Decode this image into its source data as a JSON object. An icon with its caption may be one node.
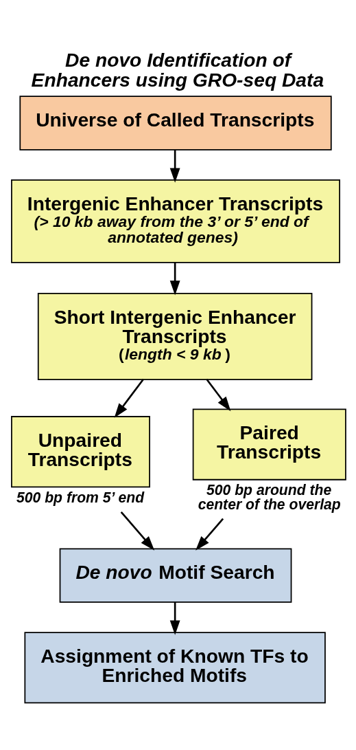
{
  "diagram": {
    "title": "De novo Identification of Enhancers using GRO-seq Data",
    "nodes": [
      {
        "text": [
          "Universe of Called Transcripts"
        ]
      },
      {
        "text": [
          "Intergenic Enhancer Transcripts",
          "(> 10 kb away from the 3’ or 5’ end of annotated genes)"
        ]
      },
      {
        "text": [
          "Short Intergenic Enhancer Transcripts",
          "(*length < 9 kb*)"
        ]
      },
      {
        "text": [
          "Unpaired Transcripts"
        ],
        "beside": [
          "500 bp from 5’ end"
        ]
      },
      {
        "text": [
          "Paired Transcripts"
        ],
        "beside": [
          "500 bp around the center of the overlap"
        ]
      },
      {
        "text": [
          "*De novo* Motif Search"
        ]
      },
      {
        "text": [
          "Assignment of Known TFs to Enriched Motifs"
        ]
      }
    ],
    "edges": [
      {
        "from": 0,
        "to": 1,
        "arrow": "to"
      },
      {
        "from": 1,
        "to": 2,
        "arrow": "to"
      },
      {
        "from": 2,
        "to": 3,
        "arrow": "to"
      },
      {
        "from": 2,
        "to": 4,
        "arrow": "to"
      },
      {
        "from": 3,
        "to": 5,
        "arrow": "to"
      },
      {
        "from": 4,
        "to": 5,
        "arrow": "to"
      },
      {
        "from": 5,
        "to": 6,
        "arrow": "to"
      }
    ]
  }
}
